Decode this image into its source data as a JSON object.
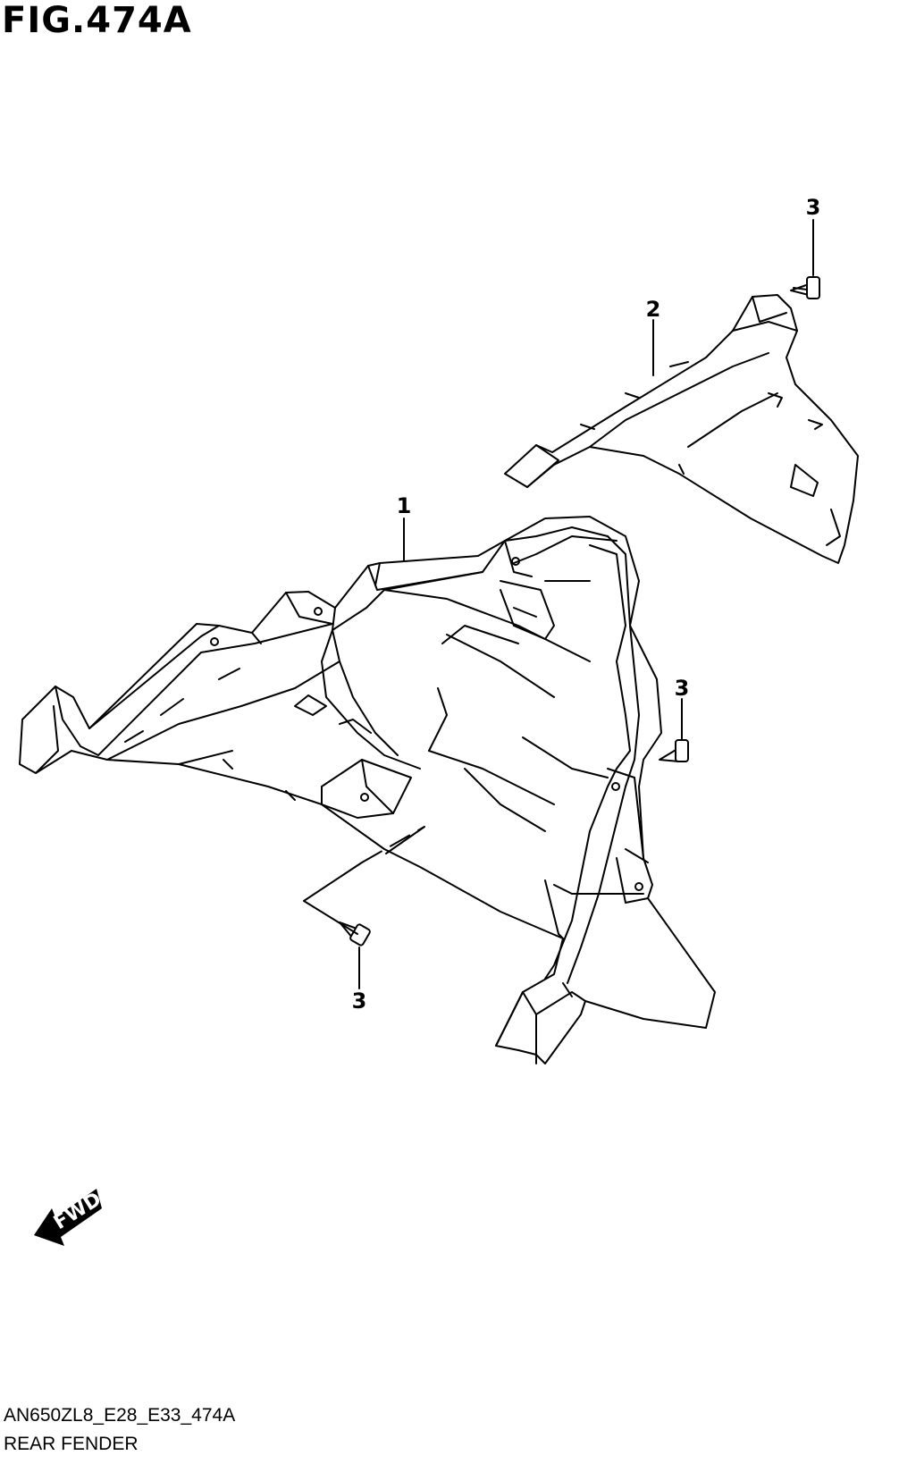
{
  "figure": {
    "title": "FIG.474A",
    "model_code": "AN650ZL8_E28_E33_474A",
    "part_name": "REAR FENDER"
  },
  "callouts": [
    {
      "label": "1"
    },
    {
      "label": "2"
    },
    {
      "label": "3"
    },
    {
      "label": "3"
    },
    {
      "label": "3"
    }
  ],
  "direction_marker": {
    "label": "FWD"
  }
}
